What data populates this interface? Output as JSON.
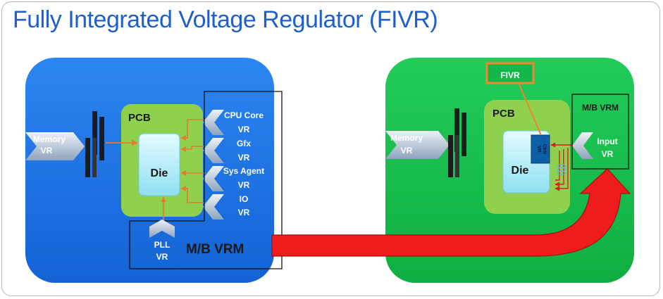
{
  "title": "Fully Integrated Voltage Regulator (FIVR)",
  "left": {
    "pcb": "PCB",
    "die": "Die",
    "memory_vr": [
      "Memory",
      "VR"
    ],
    "rails": [
      {
        "line1": "CPU Core",
        "line2": "VR"
      },
      {
        "line1": "Gfx",
        "line2": "VR"
      },
      {
        "line1": "Sys Agent",
        "line2": "VR"
      },
      {
        "line1": "IO",
        "line2": "VR"
      }
    ],
    "pll_vr": [
      "PLL",
      "VR"
    ],
    "mb_vrm": "M/B VRM"
  },
  "right": {
    "fivr_callout": "FIVR",
    "pcb": "PCB",
    "die": "Die",
    "vr_ctrlr": [
      "VR",
      "Ctrlr"
    ],
    "mb_vrm": "M/B VRM",
    "memory_vr": [
      "Memory",
      "VR"
    ],
    "input_vr": [
      "Input",
      "VR"
    ]
  },
  "colors": {
    "title": "#1f5fcc",
    "blue_panel": "#1a6fe0",
    "green_panel": "#14b84a",
    "pcb": "#8fd14f",
    "die": "#bdf0fa",
    "arrow": "#ee1c1c",
    "callout": "#f0872d"
  }
}
